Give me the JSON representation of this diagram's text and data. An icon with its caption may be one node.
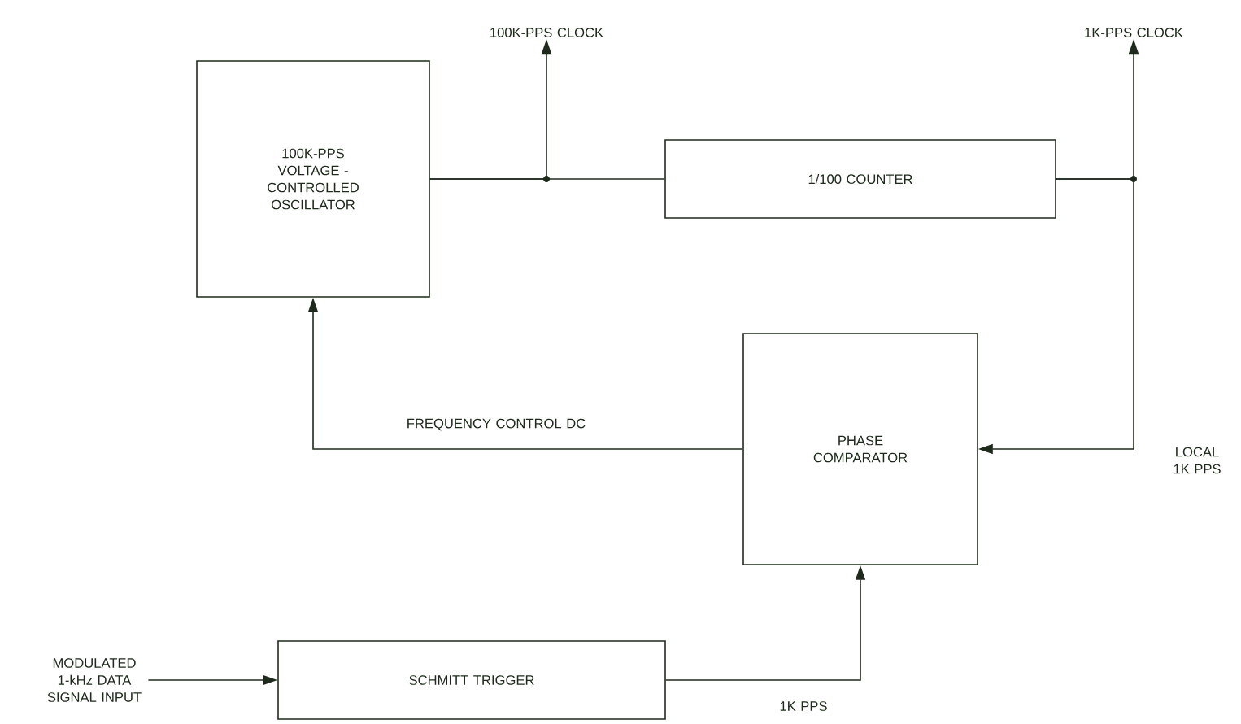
{
  "diagram": {
    "nodes": [
      {
        "text": [
          "100K-PPS VOLTAGE - CONTROLLED OSCILLATOR"
        ]
      },
      {
        "text": [
          "1/100 COUNTER"
        ]
      },
      {
        "text": [
          "PHASE COMPARATOR"
        ]
      },
      {
        "text": [
          "SCHMITT TRIGGER"
        ]
      },
      {
        "text": [
          "100K-PPS CLOCK"
        ]
      },
      {
        "text": [
          "1K-PPS CLOCK"
        ]
      },
      {
        "text": [
          "MODULATED 1-kHz DATA SIGNAL INPUT"
        ]
      }
    ],
    "edges": [
      {
        "from": 0,
        "to": 1,
        "arrow": "none"
      },
      {
        "from": 0,
        "to": 4,
        "arrow": "to"
      },
      {
        "from": 1,
        "to": 5,
        "arrow": "to"
      },
      {
        "from": 1,
        "to": 2,
        "arrow": "to",
        "label": "LOCAL 1K PPS"
      },
      {
        "from": 2,
        "to": 0,
        "arrow": "to",
        "label": "FREQUENCY CONTROL DC"
      },
      {
        "from": 3,
        "to": 2,
        "arrow": "to",
        "label": "1K PPS"
      },
      {
        "from": 6,
        "to": 3,
        "arrow": "to"
      }
    ]
  }
}
